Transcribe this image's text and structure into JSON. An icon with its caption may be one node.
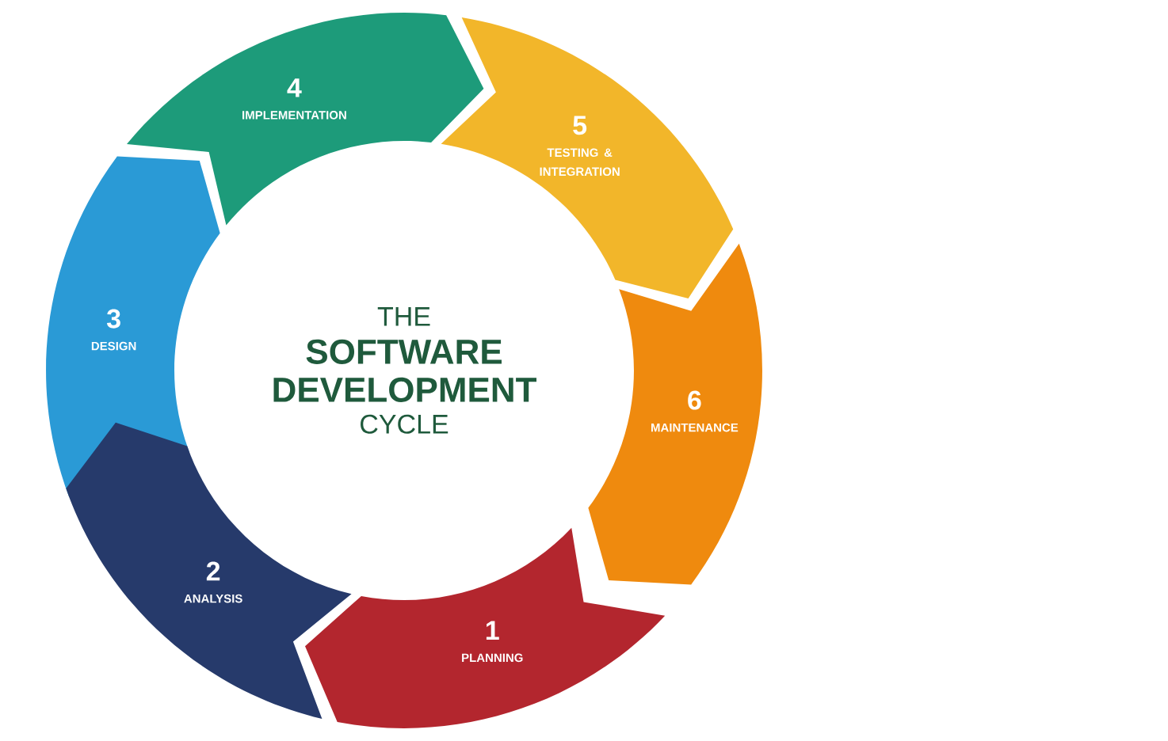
{
  "diagram": {
    "nodes": [
      {
        "text": [
          "THE",
          "SOFTWARE DEVELOPMENT",
          "CYCLE"
        ]
      },
      {
        "text": [
          "1",
          "PLANNING"
        ]
      },
      {
        "text": [
          "2",
          "ANALYSIS"
        ]
      },
      {
        "text": [
          "3",
          "DESIGN"
        ]
      },
      {
        "text": [
          "4",
          "IMPLEMENTATION"
        ]
      },
      {
        "text": [
          "5",
          "TESTING & INTEGRATION"
        ]
      },
      {
        "text": [
          "6",
          "MAINTENANCE"
        ]
      }
    ]
  }
}
